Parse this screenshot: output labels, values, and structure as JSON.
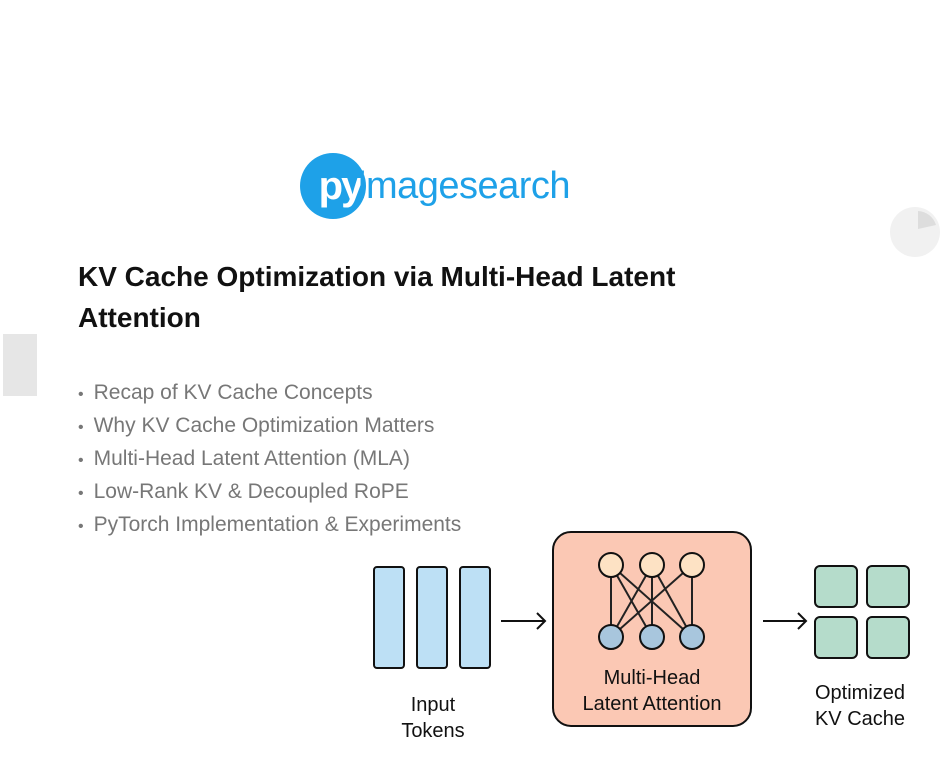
{
  "logo": {
    "mark": "py",
    "wordmark": "imagesearch"
  },
  "title": "KV Cache Optimization via Multi-Head Latent Attention",
  "bullets": [
    "Recap of KV Cache Concepts",
    "Why KV Cache Optimization Matters",
    "Multi-Head Latent Attention (MLA)",
    "Low-Rank KV & Decoupled RoPE",
    "PyTorch Implementation & Experiments"
  ],
  "diagram": {
    "input_label_line1": "Input",
    "input_label_line2": "Tokens",
    "mla_label_line1": "Multi-Head",
    "mla_label_line2": "Latent Attention",
    "output_label_line1": "Optimized",
    "output_label_line2": "KV Cache",
    "colors": {
      "token": "#bde0f5",
      "mla_box": "#fbc8b4",
      "top_node": "#fde2c4",
      "bottom_node": "#a8c6dd",
      "cache": "#b5dccb",
      "brand": "#1ea1e8"
    }
  }
}
